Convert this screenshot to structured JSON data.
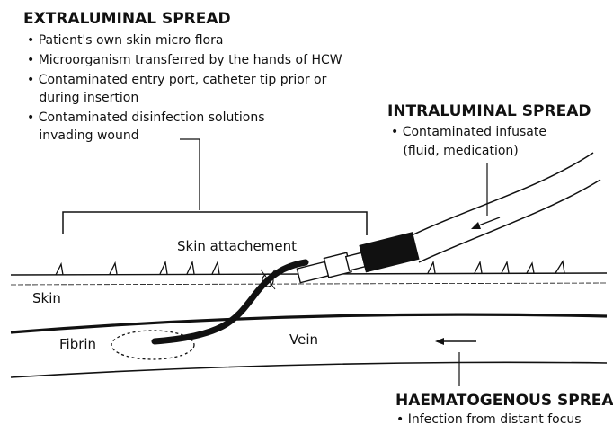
{
  "extraluminal": {
    "title": "EXTRALUMINAL SPREAD",
    "items": [
      "• Patient's own skin micro flora",
      "• Microorganism transferred by the hands of HCW",
      "• Contaminated entry port, catheter tip prior or",
      "   during insertion",
      "• Contaminated disinfection solutions",
      "   invading wound"
    ]
  },
  "intraluminal": {
    "title": "INTRALUMINAL SPREAD",
    "items": [
      "• Contaminated infusate",
      "   (fluid, medication)"
    ]
  },
  "haematogenous": {
    "title": "HAEMATOGENOUS SPREAD",
    "items": [
      "• Infection from distant focus"
    ]
  },
  "labels": {
    "skin_attachment": "Skin attachement",
    "skin": "Skin",
    "vein": "Vein",
    "fibrin": "Fibrin"
  },
  "colors": {
    "ink": "#111111",
    "background": "#ffffff"
  }
}
